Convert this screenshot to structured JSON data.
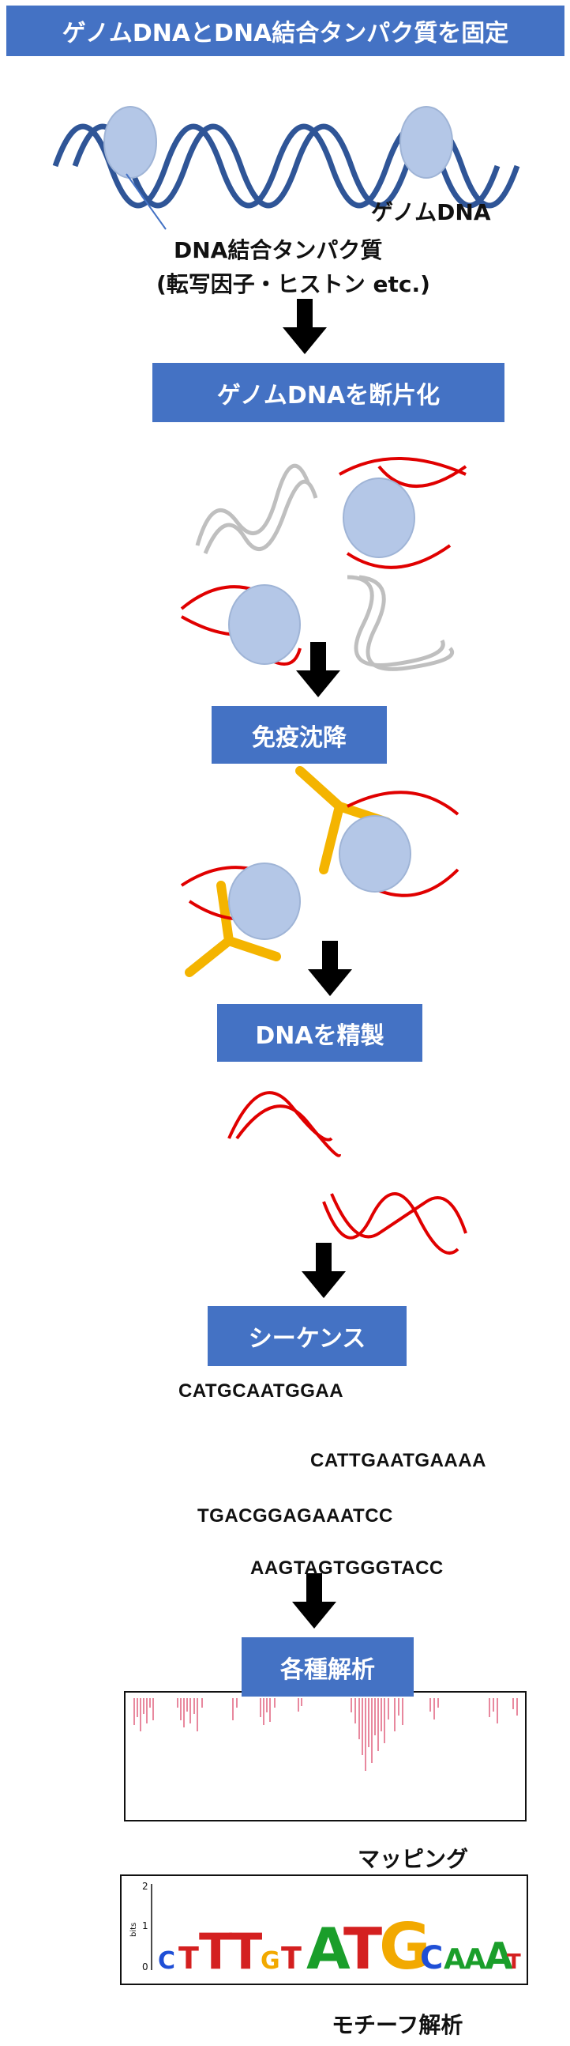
{
  "header": {
    "title": "ゲノムDNAとDNA結合タンパク質を固定"
  },
  "labels": {
    "genome_dna": "ゲノムDNA",
    "binding_protein_line1": "DNA結合タンパク質",
    "binding_protein_line2": "(転写因子・ヒストン etc.)",
    "mapping": "マッピング",
    "motif": "モチーフ解析"
  },
  "steps": {
    "fragment": "ゲノムDNAを断片化",
    "ip": "免疫沈降",
    "purify": "DNAを精製",
    "sequence": "シーケンス",
    "analysis": "各種解析"
  },
  "reads": [
    "CATGCAATGGAA",
    "CATTGAATGAAAA",
    "TGACGGAGAAATCC",
    "AAGTAGTGGGTACC"
  ],
  "logo": {
    "y_tick_top": "2",
    "y_tick_mid": "1",
    "y_tick_bottom": "0",
    "y_axis_label": "bits",
    "letters": [
      "C",
      "T",
      "T",
      "T",
      "G",
      "T",
      "A",
      "T",
      "G",
      "C",
      "A",
      "A",
      "A",
      "T"
    ]
  },
  "colors": {
    "box": "#4472c4",
    "dna_blue": "#2f5597",
    "dna_red": "#e00000",
    "dna_gray": "#bfbfbf",
    "antibody": "#f4b400",
    "protein": "#b4c7e7",
    "pileup": "#e0607e"
  }
}
